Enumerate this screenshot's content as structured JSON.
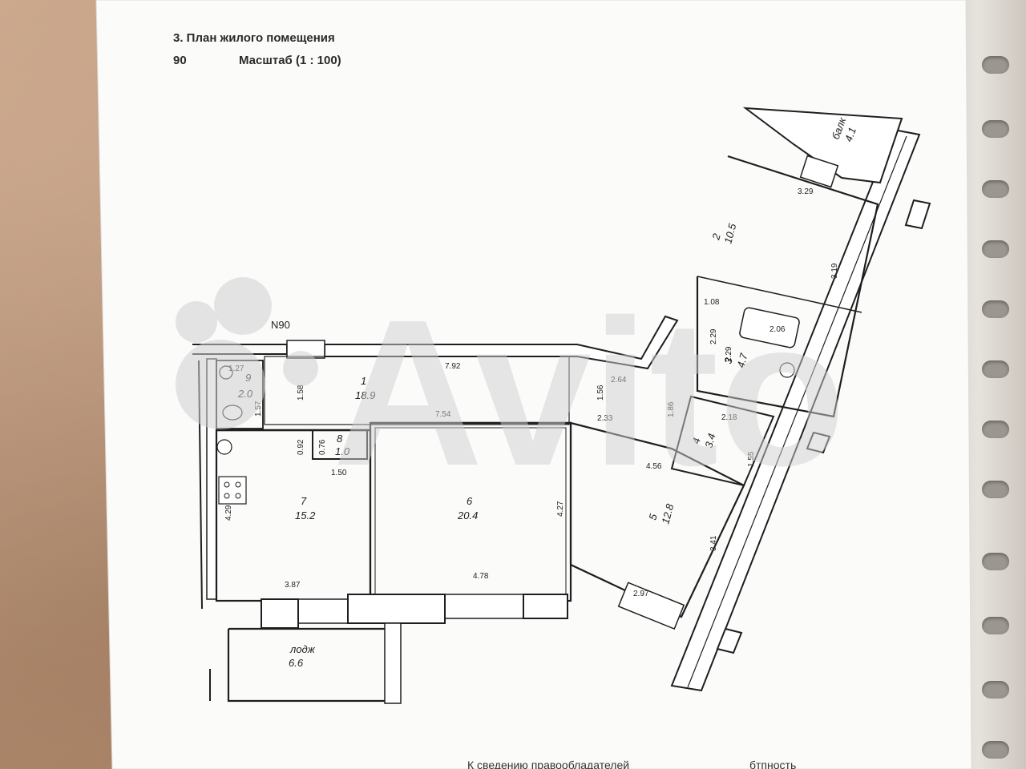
{
  "document": {
    "heading": "3. План жилого помещения",
    "number": "90",
    "scale": "Масштаб (1 : 100)",
    "apartment_tag": "N90",
    "footer_left": "К сведению правообладателей",
    "footer_right": "бтпность"
  },
  "rooms": [
    {
      "num": "1",
      "area": "18.9"
    },
    {
      "num": "2",
      "area": "10.5"
    },
    {
      "num": "3",
      "area": "4.7"
    },
    {
      "num": "4",
      "area": "3.4"
    },
    {
      "num": "5",
      "area": "12.8"
    },
    {
      "num": "6",
      "area": "20.4"
    },
    {
      "num": "7",
      "area": "15.2"
    },
    {
      "num": "8",
      "area": "1.0"
    },
    {
      "num": "9",
      "area": "2.0"
    },
    {
      "num": "балк",
      "area": "4.1"
    },
    {
      "num": "лодж",
      "area": "6.6"
    }
  ],
  "dimensions": {
    "d1": "7.92",
    "d2": "1.27",
    "d3": "1.58",
    "d4": "1.57",
    "d5": "7.54",
    "d6": "0.92",
    "d7": "0.76",
    "d8": "1.50",
    "d9": "4.29",
    "d10": "3.87",
    "d11": "4.27",
    "d12": "4.78",
    "d13": "2.64",
    "d14": "1.56",
    "d15": "2.33",
    "d16": "4.56",
    "d17": "1.86",
    "d18": "2.18",
    "d19": "1.55",
    "d20": "3.41",
    "d21": "2.97",
    "d22": "3.29",
    "d23": "3.19",
    "d24": "1.08",
    "d25": "2.29",
    "d26": "2.29",
    "d27": "2.06"
  },
  "watermark": "Avito",
  "colors": {
    "paper": "#fdfdfd",
    "ink": "#1e1e1e",
    "table": "#b88f70"
  }
}
